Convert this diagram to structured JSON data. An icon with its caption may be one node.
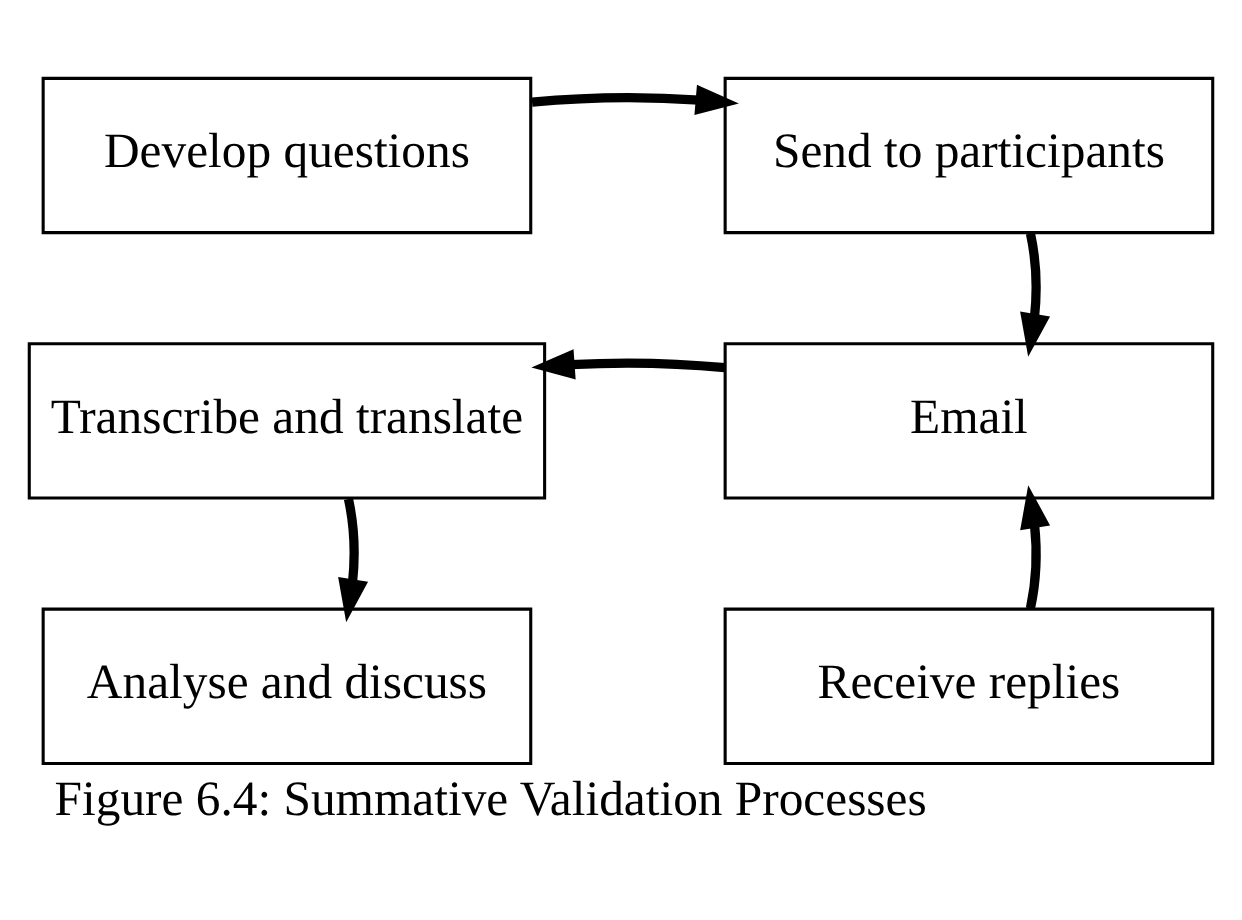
{
  "diagram": {
    "caption": "Figure 6.4: Summative Validation Processes",
    "nodes": [
      {
        "text": [
          "Develop questions"
        ]
      },
      {
        "text": [
          "Send to participants"
        ]
      },
      {
        "text": [
          "Transcribe and translate"
        ]
      },
      {
        "text": [
          "Email"
        ]
      },
      {
        "text": [
          "Analyse and discuss"
        ]
      },
      {
        "text": [
          "Receive replies"
        ]
      }
    ],
    "edges": [
      {
        "from": 0,
        "to": 1,
        "arrow": "to"
      },
      {
        "from": 1,
        "to": 3,
        "arrow": "to"
      },
      {
        "from": 3,
        "to": 2,
        "arrow": "to"
      },
      {
        "from": 2,
        "to": 4,
        "arrow": "to"
      },
      {
        "from": 5,
        "to": 3,
        "arrow": "to"
      }
    ]
  }
}
